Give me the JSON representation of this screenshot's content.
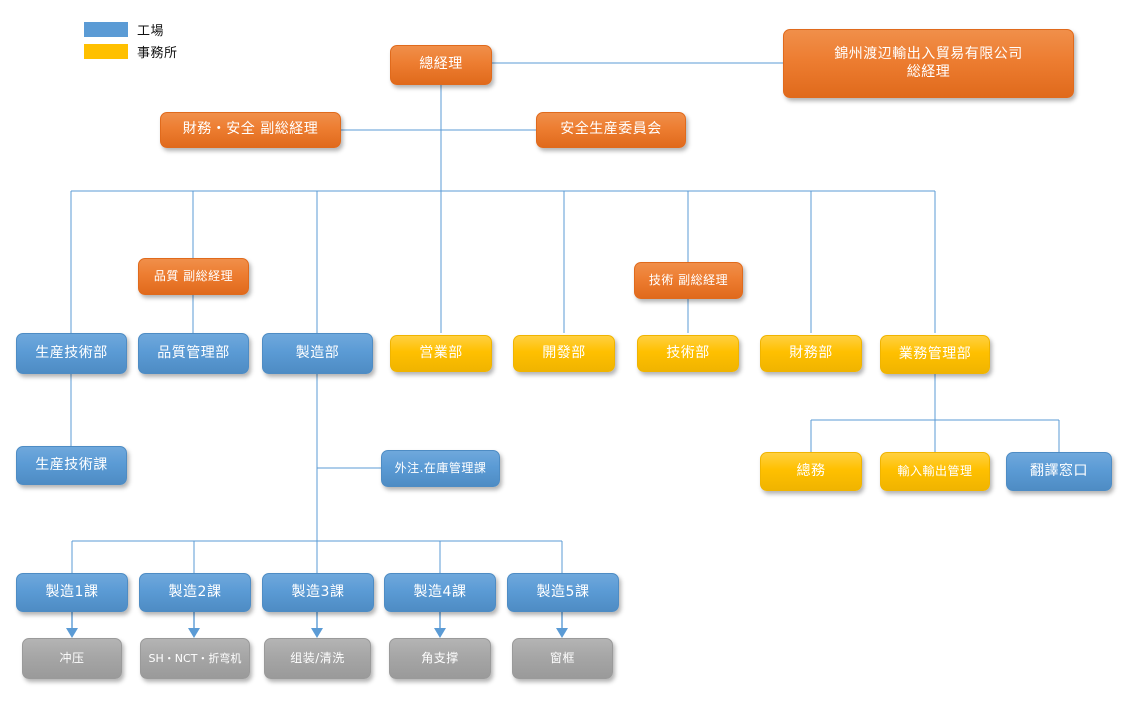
{
  "legend": {
    "items": [
      {
        "label": "工場",
        "color": "#5b9bd5",
        "swatch_name": "factory"
      },
      {
        "label": "事務所",
        "color": "#ffc000",
        "swatch_name": "office"
      }
    ]
  },
  "palette": {
    "blue": "#5b9bd5",
    "yellow": "#ffc000",
    "orange": "#ed7d31",
    "gray": "#a6a6a6",
    "connector": "#5b9bd5"
  },
  "nodes": {
    "general_manager": {
      "label": "總経理",
      "color": "orange"
    },
    "parent_company": {
      "line1": "錦州渡辺輸出入貿易有限公司",
      "line2": "総経理",
      "color": "orange"
    },
    "finance_safety_deputy": {
      "label": "財務・安全 副総経理",
      "color": "orange"
    },
    "safety_production_committee": {
      "label": "安全生産委員会",
      "color": "orange"
    },
    "quality_deputy": {
      "label": "品質 副総経理",
      "color": "orange"
    },
    "technology_deputy": {
      "label": "技術 副総経理",
      "color": "orange"
    },
    "departments": [
      {
        "label": "生産技術部",
        "color": "blue"
      },
      {
        "label": "品質管理部",
        "color": "blue"
      },
      {
        "label": "製造部",
        "color": "blue"
      },
      {
        "label": "営業部",
        "color": "yellow"
      },
      {
        "label": "開發部",
        "color": "yellow"
      },
      {
        "label": "技術部",
        "color": "yellow"
      },
      {
        "label": "財務部",
        "color": "yellow"
      },
      {
        "label": "業務管理部",
        "color": "yellow"
      }
    ],
    "production_tech_section": {
      "label": "生産技術課",
      "color": "blue"
    },
    "outsourcing_inventory_section": {
      "label": "外注.在庫管理課",
      "color": "blue"
    },
    "business_subsections": [
      {
        "label": "總務",
        "color": "yellow"
      },
      {
        "label": "輸入輸出管理",
        "color": "yellow"
      },
      {
        "label": "翻譯窓口",
        "color": "blue"
      }
    ],
    "manufacturing_sections": [
      {
        "label": "製造1課",
        "color": "blue"
      },
      {
        "label": "製造2課",
        "color": "blue"
      },
      {
        "label": "製造3課",
        "color": "blue"
      },
      {
        "label": "製造4課",
        "color": "blue"
      },
      {
        "label": "製造5課",
        "color": "blue"
      }
    ],
    "processes": [
      {
        "label": "冲压",
        "color": "gray"
      },
      {
        "label": "SH・NCT・折弯机",
        "color": "gray"
      },
      {
        "label": "组装/清洗",
        "color": "gray"
      },
      {
        "label": "角支撑",
        "color": "gray"
      },
      {
        "label": "窗框",
        "color": "gray"
      }
    ]
  }
}
